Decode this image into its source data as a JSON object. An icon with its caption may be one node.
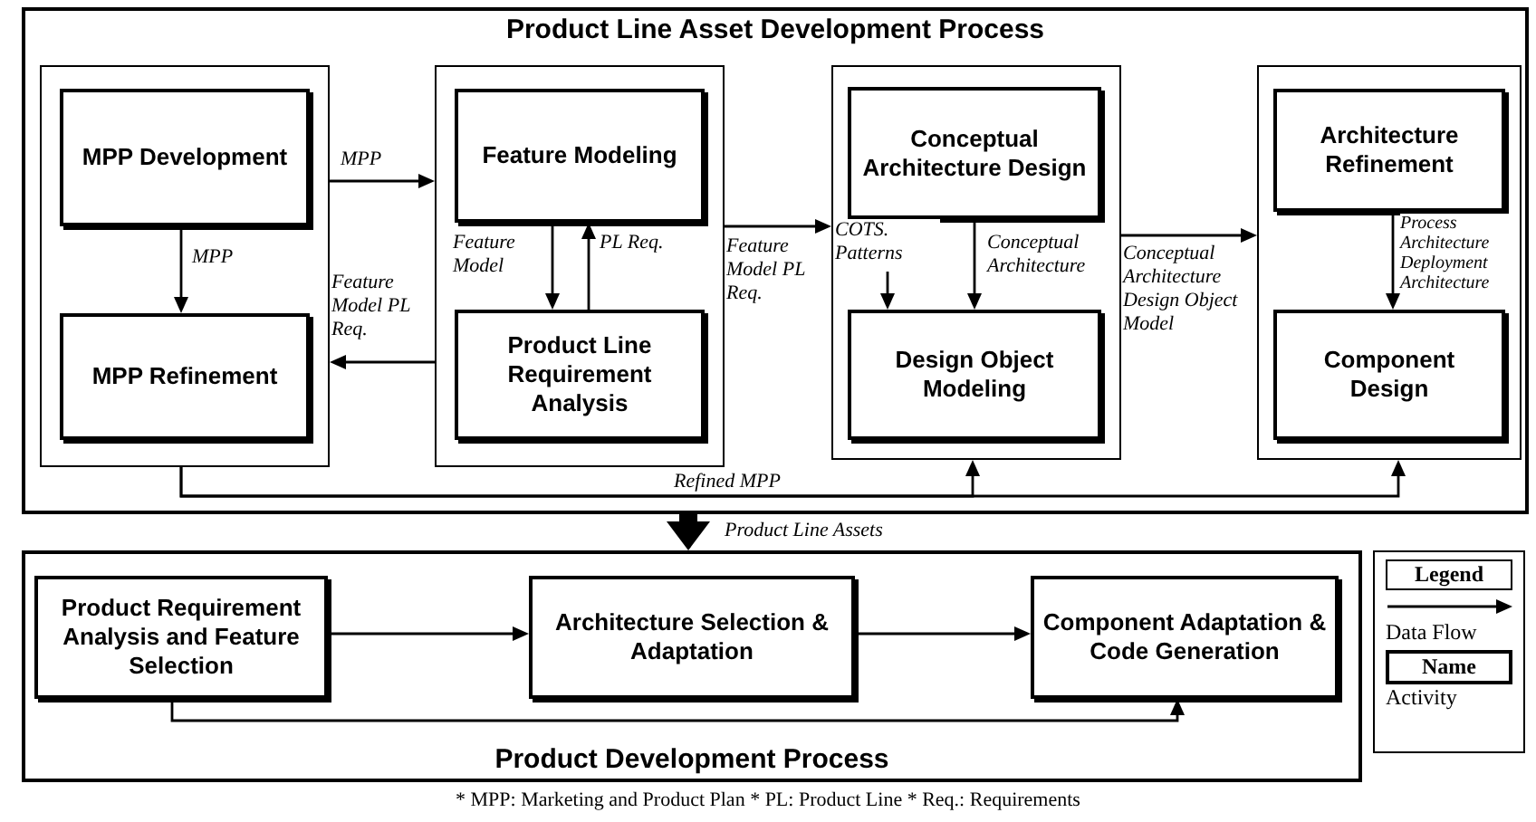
{
  "diagram": {
    "caption": "* MPP: Marketing and Product Plan * PL: Product Line * Req.: Requirements",
    "nodes": [
      {
        "text": [
          "Product Line Asset Development Process"
        ]
      },
      {
        "text": [],
        "shape": "box",
        "in": 0
      },
      {
        "text": [
          "MPP Development"
        ],
        "in": 1
      },
      {
        "text": [
          "MPP Refinement"
        ],
        "in": 1
      },
      {
        "text": [],
        "shape": "box",
        "in": 0
      },
      {
        "text": [
          "Feature Modeling"
        ],
        "in": 4
      },
      {
        "text": [
          "Product Line Requirement Analysis"
        ],
        "in": 4
      },
      {
        "text": [],
        "shape": "box",
        "in": 0
      },
      {
        "text": [
          "Conceptual Architecture Design"
        ],
        "in": 7
      },
      {
        "text": [
          "Design Object Modeling"
        ],
        "in": 7
      },
      {
        "text": [],
        "shape": "box",
        "in": 0
      },
      {
        "text": [
          "Architecture Refinement"
        ],
        "in": 10
      },
      {
        "text": [
          "Component Design"
        ],
        "in": 10
      },
      {
        "text": [
          "Product Development Process"
        ]
      },
      {
        "text": [
          "Product Requirement Analysis and Feature Selection"
        ],
        "in": 13
      },
      {
        "text": [
          "Architecture Selection & Adaptation"
        ],
        "in": 13
      },
      {
        "text": [
          "Component Adaptation & Code Generation"
        ],
        "in": 13
      }
    ],
    "edges": [
      {
        "from": 2,
        "to": 3,
        "arrow": "to",
        "label": "MPP"
      },
      {
        "from": 1,
        "to": 4,
        "arrow": "to",
        "label": "MPP"
      },
      {
        "from": 4,
        "to": 1,
        "arrow": "to",
        "label": "Feature Model PL Req."
      },
      {
        "from": 5,
        "to": 6,
        "arrow": "to",
        "label": "Feature Model"
      },
      {
        "from": 6,
        "to": 5,
        "arrow": "to",
        "label": "PL Req."
      },
      {
        "from": 4,
        "to": 7,
        "arrow": "to",
        "label": "Feature Model PL Req."
      },
      {
        "from": null,
        "to": 9,
        "arrow": "to",
        "label": "COTS. Patterns"
      },
      {
        "from": 8,
        "to": 9,
        "arrow": "to",
        "label": "Conceptual Architecture"
      },
      {
        "from": 7,
        "to": 10,
        "arrow": "to",
        "label": "Conceptual Architecture Design Object Model"
      },
      {
        "from": 11,
        "to": 12,
        "arrow": "to",
        "label": "Process Architecture Deployment Architecture"
      },
      {
        "from": 1,
        "to": 7,
        "arrow": "to",
        "label": "Refined MPP"
      },
      {
        "from": 1,
        "to": 10,
        "arrow": "to"
      },
      {
        "from": 0,
        "to": 13,
        "arrow": "to",
        "label": "Product Line Assets",
        "style": "thick"
      },
      {
        "from": 14,
        "to": 15,
        "arrow": "to"
      },
      {
        "from": 15,
        "to": 16,
        "arrow": "to"
      },
      {
        "from": 14,
        "to": 16,
        "arrow": "to"
      }
    ],
    "labels": [
      "Legend",
      "Name"
    ],
    "legend": [
      {
        "text": "Data Flow"
      },
      {
        "text": "Activity"
      }
    ]
  }
}
